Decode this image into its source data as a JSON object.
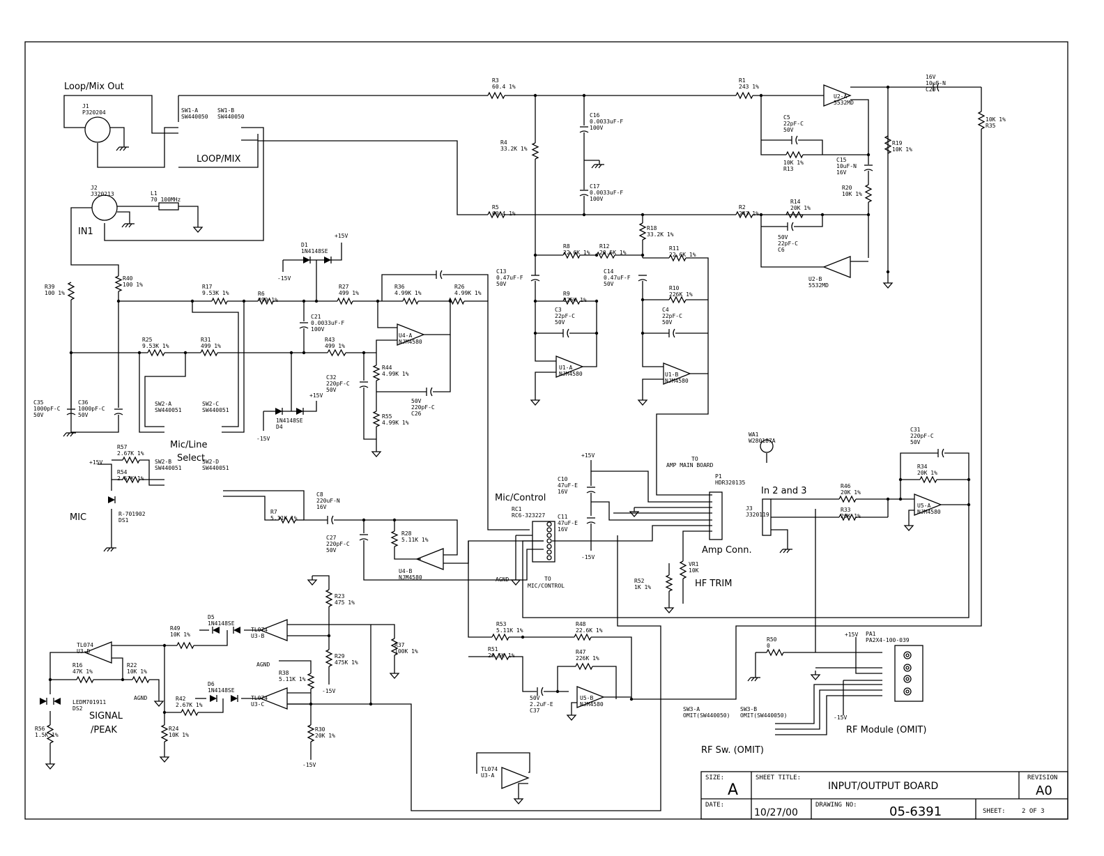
{
  "title_block": {
    "size_label": "SIZE:",
    "size_value": "A",
    "sheet_title_label": "SHEET TITLE:",
    "sheet_title": "INPUT/OUTPUT BOARD",
    "revision_label": "REVISION",
    "revision_value": "A0",
    "date_label": "DATE:",
    "date_value": "10/27/00",
    "drawing_no_label": "DRAWING NO:",
    "drawing_no_value": "05-6391",
    "sheet_label": "SHEET:",
    "sheet_value": "2  OF  3"
  },
  "section_labels": {
    "loop_mix_out": "Loop/Mix Out",
    "loop_mix": "LOOP/MIX",
    "in1": "IN1",
    "mic_line": "Mic/Line",
    "select": "Select",
    "mic": "MIC",
    "signal": "SIGNAL",
    "peak": "/PEAK",
    "mic_control": "Mic/Control",
    "to_mic_control_1": "TO",
    "to_mic_control_2": "MIC/CONTROL",
    "agnd_1": "AGND",
    "agnd_2": "AGND",
    "agnd_3": "AGND",
    "to_amp_1": "TO",
    "to_amp_2": "AMP MAIN BOARD",
    "amp_conn": "Amp Conn.",
    "hf_trim": "HF TRIM",
    "in_2_and_3": "In 2 and 3",
    "rf_sw": "RF Sw. (OMIT)",
    "rf_module": "RF Module (OMIT)"
  },
  "components": {
    "j1": [
      "J1",
      "P320204"
    ],
    "j2": [
      "J2",
      "J320213"
    ],
    "j3": [
      "J3",
      "J320119"
    ],
    "l1": [
      "L1",
      "70 100MHz"
    ],
    "sw1a": [
      "SW1-A",
      "SW440050"
    ],
    "sw1b": [
      "SW1-B",
      "SW440050"
    ],
    "sw2a": [
      "SW2-A",
      "SW440051"
    ],
    "sw2b": [
      "SW2-B",
      "SW440051"
    ],
    "sw2c": [
      "SW2-C",
      "SW440051"
    ],
    "sw2d": [
      "SW2-D",
      "SW440051"
    ],
    "sw3a": [
      "SW3-A",
      "OMIT(SW440050)"
    ],
    "sw3b": [
      "SW3-B",
      "OMIT(SW440050)"
    ],
    "d1": [
      "D1",
      "1N4148SE"
    ],
    "d4": [
      "1N4148SE",
      "D4"
    ],
    "d5": [
      "D5",
      "1N4148SE"
    ],
    "d6": [
      "D6",
      "1N4148SE"
    ],
    "ds1": [
      "R-701902",
      "DS1"
    ],
    "ds2": [
      "LEDM701911",
      "DS2"
    ],
    "r1": [
      "R1",
      "243 1%"
    ],
    "r2": [
      "R2",
      "243 1%"
    ],
    "r3": [
      "R3",
      "60.4 1%"
    ],
    "r4": [
      "R4",
      "33.2K 1%"
    ],
    "r5": [
      "R5",
      "60.4 1%"
    ],
    "r6": [
      "R6",
      "499 1%"
    ],
    "r7": [
      "R7",
      "5.11K 1%"
    ],
    "r8": [
      "R8",
      "22.6K 1%"
    ],
    "r9": [
      "R9",
      "226K 1%"
    ],
    "r10": [
      "R10",
      "226K 1%"
    ],
    "r11": [
      "R11",
      "22.6K 1%"
    ],
    "r12": [
      "R12",
      "20.5K 1%"
    ],
    "r13": [
      "10K 1%",
      "R13"
    ],
    "r14": [
      "R14",
      "20K 1%"
    ],
    "r16": [
      "R16",
      "47K 1%"
    ],
    "r17": [
      "R17",
      "9.53K 1%"
    ],
    "r18": [
      "R18",
      "33.2K 1%"
    ],
    "r19": [
      "R19",
      "10K 1%"
    ],
    "r20": [
      "R20",
      "10K 1%"
    ],
    "r22": [
      "R22",
      "10K 1%"
    ],
    "r23": [
      "R23",
      "475 1%"
    ],
    "r24": [
      "R24",
      "10K 1%"
    ],
    "r25": [
      "R25",
      "9.53K 1%"
    ],
    "r26": [
      "R26",
      "4.99K 1%"
    ],
    "r27": [
      "R27",
      "499 1%"
    ],
    "r28": [
      "R28",
      "5.11K 1%"
    ],
    "r29": [
      "R29",
      "475K 1%"
    ],
    "r30": [
      "R30",
      "20K 1%"
    ],
    "r31": [
      "R31",
      "499 1%"
    ],
    "r33": [
      "R33",
      "20K 1%"
    ],
    "r34": [
      "R34",
      "20K 1%"
    ],
    "r35": [
      "10K 1%",
      "R35"
    ],
    "r36": [
      "R36",
      "4.99K 1%"
    ],
    "r37": [
      "R37",
      "100K 1%"
    ],
    "r38": [
      "R38",
      "5.11K 1%"
    ],
    "r39": [
      "R39",
      "100 1%"
    ],
    "r40": [
      "R40",
      "100 1%"
    ],
    "r42": [
      "R42",
      "2.67K 1%"
    ],
    "r43": [
      "R43",
      "499 1%"
    ],
    "r44": [
      "R44",
      "4.99K 1%"
    ],
    "r46": [
      "R46",
      "20K 1%"
    ],
    "r47": [
      "R47",
      "226K 1%"
    ],
    "r48": [
      "R48",
      "22.6K 1%"
    ],
    "r49": [
      "R49",
      "10K 1%"
    ],
    "r50": [
      "R50",
      "0"
    ],
    "r51": [
      "R51",
      "20.5K 1%"
    ],
    "r52": [
      "R52",
      "1K 1%"
    ],
    "r53": [
      "R53",
      "5.11K 1%"
    ],
    "r54": [
      "R54",
      "2.67K 1%"
    ],
    "r55": [
      "R55",
      "4.99K 1%"
    ],
    "r56": [
      "R56",
      "1.5K 1%"
    ],
    "r57": [
      "R57",
      "2.67K 1%"
    ],
    "vr1": [
      "VR1",
      "10K"
    ],
    "c3": [
      "C3",
      "22pF-C",
      "50V"
    ],
    "c4": [
      "C4",
      "22pF-C",
      "50V"
    ],
    "c5": [
      "C5",
      "22pF-C",
      "50V"
    ],
    "c6": [
      "50V",
      "22pF-C",
      "C6"
    ],
    "c8": [
      "C8",
      "220uF-N",
      "16V"
    ],
    "c10": [
      "C10",
      "47uF-E",
      "16V"
    ],
    "c11": [
      "C11",
      "47uF-E",
      "16V"
    ],
    "c13": [
      "C13",
      "0.47uF-F",
      "50V"
    ],
    "c14": [
      "C14",
      "0.47uF-F",
      "50V"
    ],
    "c15": [
      "C15",
      "10uF-N",
      "16V"
    ],
    "c16": [
      "C16",
      "0.0033uF-F",
      "100V"
    ],
    "c17": [
      "C17",
      "0.0033uF-F",
      "100V"
    ],
    "c20": [
      "16V",
      "10uF-N",
      "C20"
    ],
    "c21": [
      "C21",
      "0.0033uF-F",
      "100V"
    ],
    "c26": [
      "50V",
      "220pF-C",
      "C26"
    ],
    "c27": [
      "C27",
      "220pF-C",
      "50V"
    ],
    "c31": [
      "C31",
      "220pF-C",
      "50V"
    ],
    "c32": [
      "C32",
      "220pF-C",
      "50V"
    ],
    "c35": [
      "C35",
      "1000pF-C",
      "50V"
    ],
    "c36": [
      "C36",
      "1000pF-C",
      "50V"
    ],
    "c37": [
      "50V",
      "2.2uF-E",
      "C37"
    ],
    "u1a": [
      "U1-A",
      "NJM4580"
    ],
    "u1b": [
      "U1-B",
      "NJM4580"
    ],
    "u2a": [
      "U2-A",
      "5532MD"
    ],
    "u2b": [
      "U2-B",
      "5532MD"
    ],
    "u3a": [
      "TL074",
      "U3-A"
    ],
    "u3b": [
      "TL074",
      "U3-B"
    ],
    "u3c": [
      "TL074",
      "U3-C"
    ],
    "u3d": [
      "TL074",
      "U3-D"
    ],
    "u4a": [
      "U4-A",
      "NJM4580"
    ],
    "u4b": [
      "U4-B",
      "NJM4580"
    ],
    "u5a": [
      "U5-A",
      "NJM4580"
    ],
    "u5b": [
      "U5-B",
      "NJM4580"
    ],
    "p1": [
      "P1",
      "HDR320135"
    ],
    "rc1": [
      "RC1",
      "RC6-323227"
    ],
    "pa1": [
      "PA1",
      "PA2X4-100-039"
    ],
    "wa1": [
      "WA1",
      "W280187A"
    ]
  },
  "rails": {
    "plus15": "+15V",
    "minus15": "-15V"
  }
}
